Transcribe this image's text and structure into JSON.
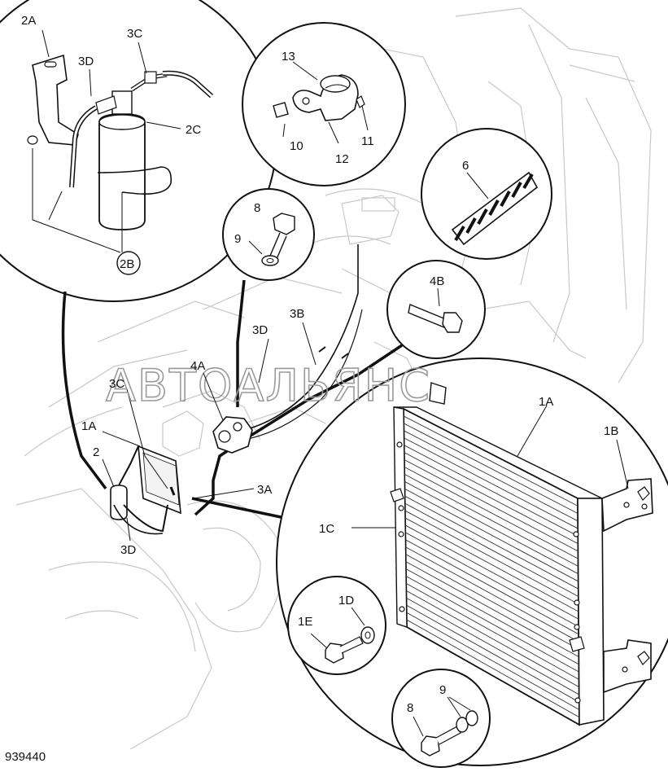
{
  "figure_number": "939440",
  "watermark": "АВТОАЛЬЯНС",
  "labels": {
    "l_2A": "2A",
    "l_3D_top": "3D",
    "l_3C_top": "3C",
    "l_2C": "2C",
    "l_2B": "2B",
    "l_13": "13",
    "l_10": "10",
    "l_12": "12",
    "l_11": "11",
    "l_6": "6",
    "l_8_top": "8",
    "l_9_top": "9",
    "l_4B": "4B",
    "l_3D_mid": "3D",
    "l_3B": "3B",
    "l_4A": "4A",
    "l_3C_mid": "3C",
    "l_1A_left": "1A",
    "l_2": "2",
    "l_3D_bottom": "3D",
    "l_3A": "3A",
    "l_1A_right": "1A",
    "l_1B": "1B",
    "l_1C": "1C",
    "l_1D": "1D",
    "l_1E": "1E",
    "l_8_bottom": "8",
    "l_9_bottom": "9"
  }
}
